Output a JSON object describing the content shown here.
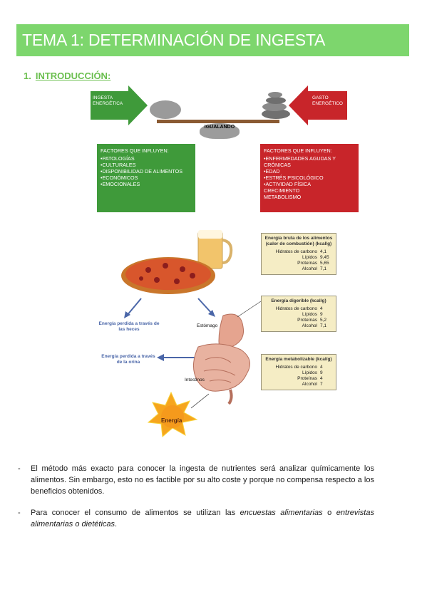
{
  "header": {
    "title": "TEMA 1: DETERMINACIÓN DE INGESTA"
  },
  "section": {
    "number": "1.",
    "title": "INTRODUCCIÓN:"
  },
  "balance": {
    "left_arrow": "INGESTA ENERGÉTICA",
    "right_arrow": "GASTO ENERGÉTICO",
    "center": "IGUALANDO",
    "intake_factors": {
      "heading": "FACTORES QUE INFLUYEN:",
      "items": [
        "•PATOLOGÍAS",
        "•CULTURALES",
        "•DISPONIBILIDAD DE ALIMENTOS",
        "•ECONÓMICOS",
        "•EMOCIONALES"
      ]
    },
    "expenditure_factors": {
      "heading": "FACTORES QUE INFLUYEN:",
      "items": [
        "•ENFERMEDADES AGUDAS Y CRÓNICAS",
        "•EDAD",
        "•ESTRÉS PSICOLÓGICO",
        "•ACTIVIDAD FÍSICA",
        "CRECIMIENTO",
        "METABOLISMO"
      ]
    }
  },
  "diagram": {
    "lost_feces": "Energía perdida a través de las heces",
    "stomach": "Estómago",
    "lost_urine": "Energía perdida a través de la orina",
    "intestines": "Intestinos",
    "energy": "Energía",
    "tables": [
      {
        "title": "Energía bruta de los alimentos (calor de combustión) (kcal/g)",
        "rows": [
          {
            "name": "Hidratos de carbono",
            "value": "4,1"
          },
          {
            "name": "Lípidos",
            "value": "9,45"
          },
          {
            "name": "Proteínas",
            "value": "5,65"
          },
          {
            "name": "Alcohol",
            "value": "7,1"
          }
        ]
      },
      {
        "title": "Energía digerible (kcal/g)",
        "rows": [
          {
            "name": "Hidratos de carbono",
            "value": "4"
          },
          {
            "name": "Lípidos",
            "value": "9"
          },
          {
            "name": "Proteínas",
            "value": "5,2"
          },
          {
            "name": "Alcohol",
            "value": "7,1"
          }
        ]
      },
      {
        "title": "Energía metabolizable (kcal/g)",
        "rows": [
          {
            "name": "Hidratos de carbono",
            "value": "4"
          },
          {
            "name": "Lípidos",
            "value": "9"
          },
          {
            "name": "Proteínas",
            "value": "4"
          },
          {
            "name": "Alcohol",
            "value": "7"
          }
        ]
      }
    ]
  },
  "bullets": [
    {
      "dash": "-",
      "text": "El método más exacto para conocer la ingesta de nutrientes será analizar químicamente los alimentos. Sin embargo, esto no es factible por su alto coste y porque no compensa respecto a los beneficios obtenidos."
    },
    {
      "dash": "-",
      "pre": "Para conocer el consumo de alimentos se utilizan las ",
      "em1": "encuestas alimentarias",
      "mid": " o ",
      "em2": "entrevistas alimentarias o dietéticas",
      "post": "."
    }
  ]
}
